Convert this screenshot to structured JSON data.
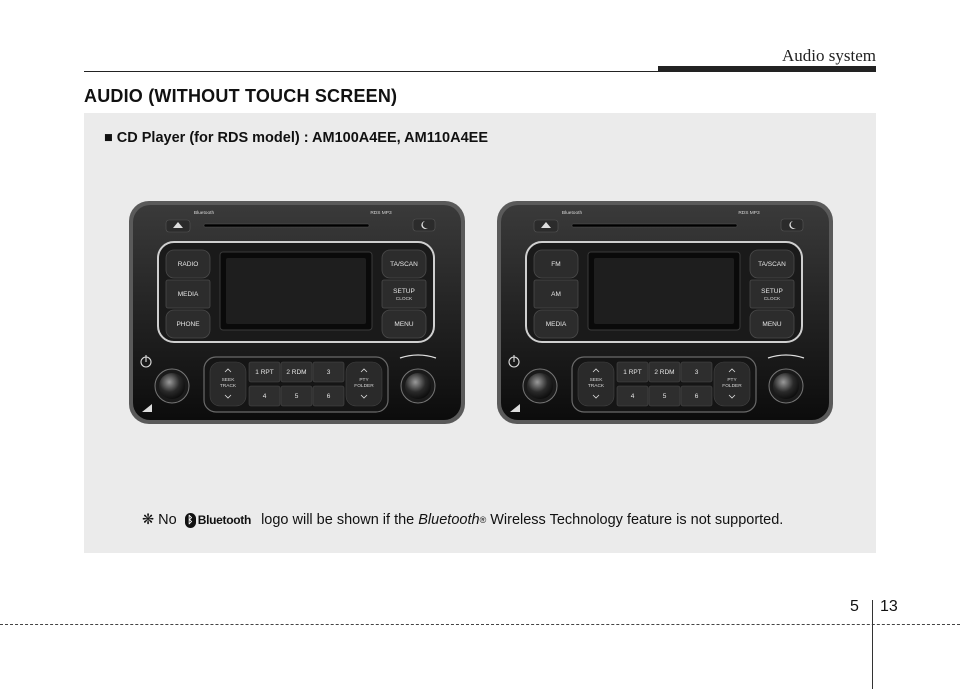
{
  "header": {
    "section": "Audio system"
  },
  "heading": "AUDIO (WITHOUT TOUCH SCREEN)",
  "subheading": "■ CD Player (for RDS model) :  AM100A4EE, AM110A4EE",
  "units": [
    {
      "logo": "Bluetooth",
      "badge": "RDS MP3",
      "left_buttons": [
        "RADIO",
        "MEDIA",
        "PHONE"
      ],
      "right_buttons": [
        "TA/SCAN",
        "SETUP",
        "MENU"
      ],
      "setup_sub": "CLOCK",
      "preset_top": [
        "1 RPT",
        "2 RDM",
        "3"
      ],
      "preset_bottom": [
        "4",
        "5",
        "6"
      ],
      "seek_label": [
        "SEEK",
        "TRACK"
      ],
      "pty_label": [
        "PTY",
        "FOLDER"
      ]
    },
    {
      "logo": "Bluetooth",
      "badge": "RDS MP3",
      "left_buttons": [
        "FM",
        "AM",
        "MEDIA"
      ],
      "right_buttons": [
        "TA/SCAN",
        "SETUP",
        "MENU"
      ],
      "setup_sub": "CLOCK",
      "preset_top": [
        "1 RPT",
        "2 RDM",
        "3"
      ],
      "preset_bottom": [
        "4",
        "5",
        "6"
      ],
      "seek_label": [
        "SEEK",
        "TRACK"
      ],
      "pty_label": [
        "PTY",
        "FOLDER"
      ]
    }
  ],
  "note": {
    "prefix": "❋ No",
    "bt_word": "Bluetooth",
    "mid": "logo will be shown if the",
    "italic": "Bluetooth",
    "reg": "®",
    "suffix": "Wireless Technology feature is not supported."
  },
  "footer": {
    "chapter": "5",
    "page": "13"
  }
}
